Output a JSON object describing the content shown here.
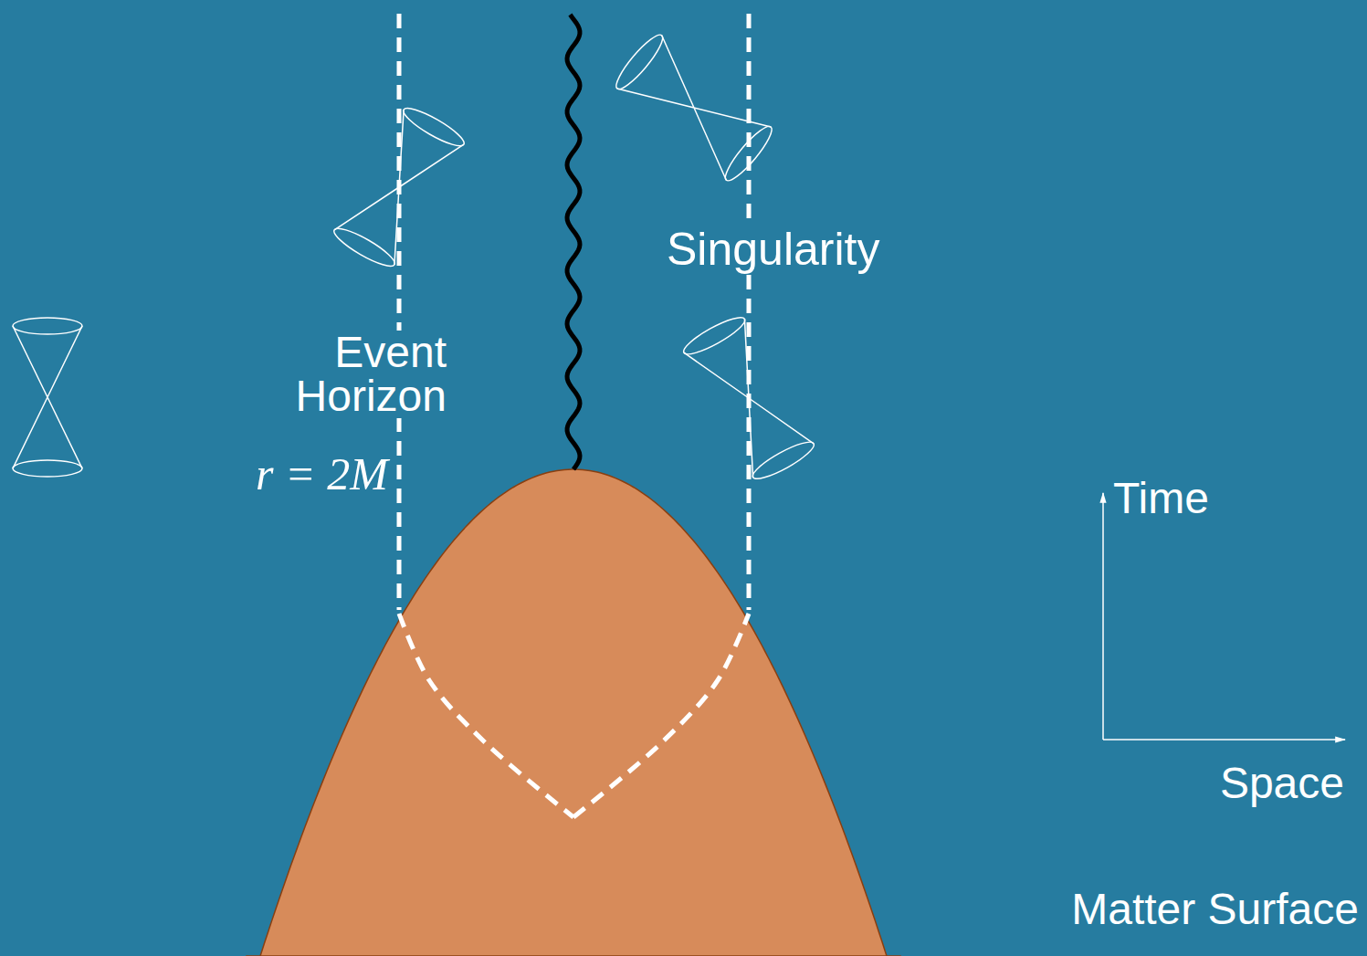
{
  "diagram": {
    "labels": [
      "Event Horizon",
      "r = 2M",
      "Singularity",
      "Time",
      "Space",
      "Matter Surface"
    ]
  }
}
